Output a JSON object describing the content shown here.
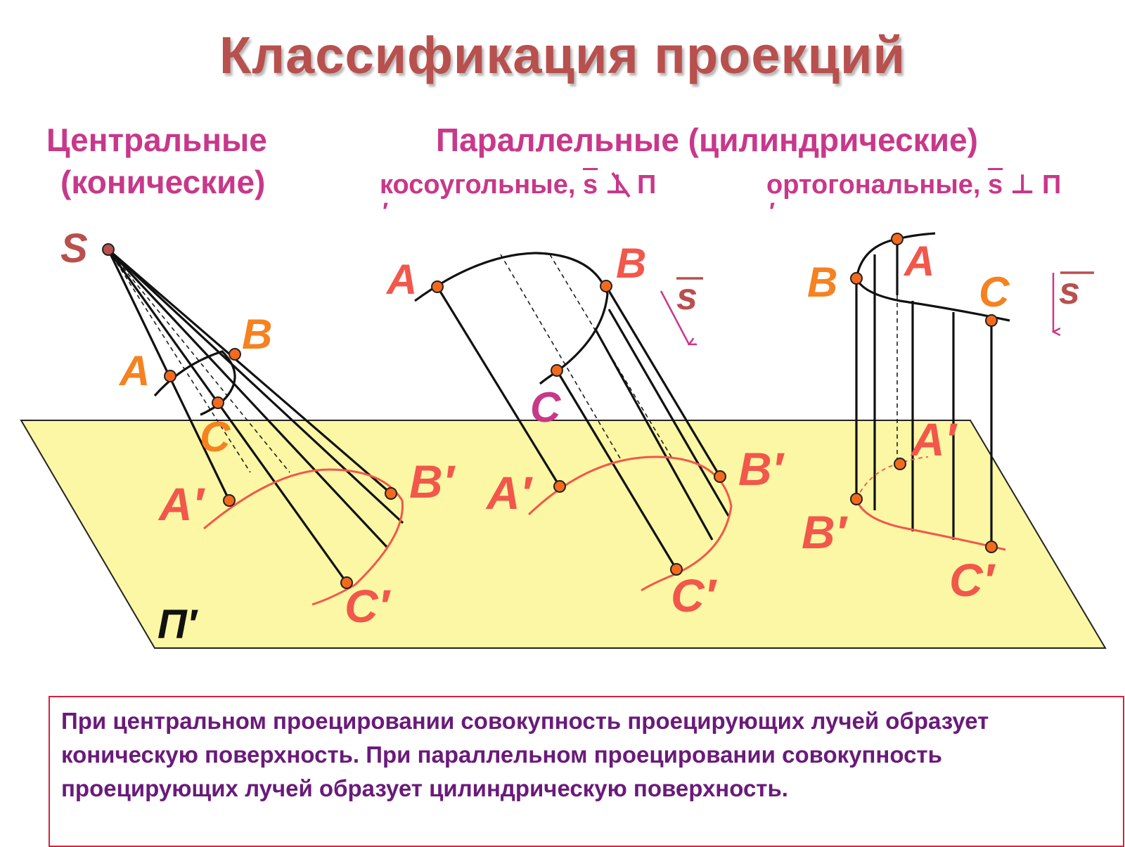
{
  "title": "Классификация проекций",
  "headings": {
    "central_line1": "Центральные",
    "central_line2": "(конические)",
    "parallel": "Параллельные (цилиндрические)"
  },
  "subheadings": {
    "oblique_text": "косоугольные,",
    "oblique_vector": "s",
    "oblique_relation": "⊥",
    "oblique_plane": "П",
    "oblique_prime": "′",
    "orthogonal_text": "ортогональные,",
    "orthogonal_vector": "s",
    "orthogonal_relation": "⊥",
    "orthogonal_plane": "П",
    "orthogonal_prime": "′"
  },
  "labels": {
    "S": "S",
    "plane": "П′",
    "central": {
      "A": "A",
      "B": "B",
      "C": "C",
      "A_prime": "A′",
      "B_prime": "B′",
      "C_prime": "C′"
    },
    "oblique": {
      "A": "A",
      "B": "B",
      "C": "C",
      "A_prime": "A′",
      "B_prime": "B′",
      "C_prime": "C′",
      "s": "s"
    },
    "orthogonal": {
      "A": "A",
      "B": "B",
      "C": "C",
      "A_prime": "A′",
      "B_prime": "B′",
      "C_prime": "C′",
      "s": "s"
    }
  },
  "colors": {
    "title": "#b8504e",
    "heading": "#c8388a",
    "plane_fill": "#fcf7a4",
    "point_fill": "#f46a1c",
    "projection_curve": "#f2574b",
    "label_orange": "#f58220",
    "label_red": "#f2574b",
    "vector_label": "#b8504e",
    "note_text": "#6a1a7a",
    "note_border": "#d9203f"
  },
  "note": "При центральном проецировании совокупность проецирующих лучей образует коническую поверхность. При параллельном проецировании совокупность проецирующих лучей образует цилиндрическую поверхность."
}
